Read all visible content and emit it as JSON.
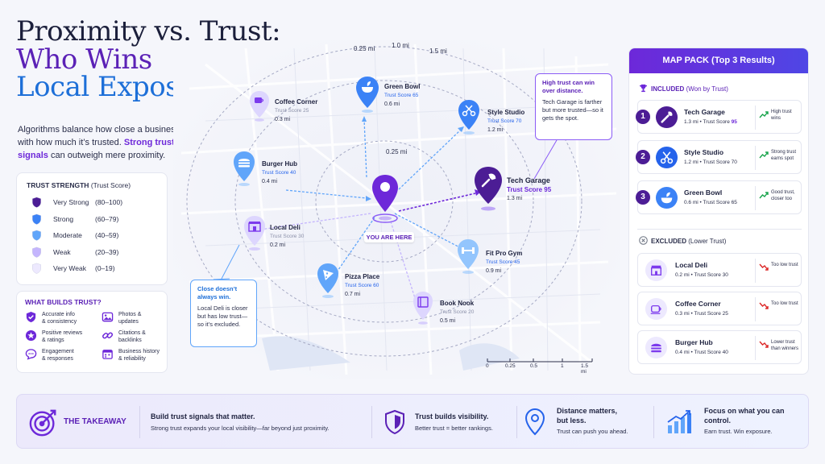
{
  "title": {
    "line1": "Proximity vs. Trust:",
    "line2": "Who Wins",
    "line3": "Local Exposure?"
  },
  "intro": {
    "part1": "Algorithms balance how close a business is with how much it’s trusted. ",
    "strong": "Strong trust signals",
    "part2": " can outweigh mere proximity."
  },
  "legend": {
    "heading": "TRUST STRENGTH",
    "heading_sub": " (Trust Score)",
    "levels": [
      {
        "name": "Very Strong",
        "range": "(80–100)",
        "color": "#4c1d95"
      },
      {
        "name": "Strong",
        "range": "(60–79)",
        "color": "#3b82f6"
      },
      {
        "name": "Moderate",
        "range": "(40–59)",
        "color": "#60a5fa"
      },
      {
        "name": "Weak",
        "range": "(20–39)",
        "color": "#c4b5fd"
      },
      {
        "name": "Very Weak",
        "range": "(0–19)",
        "color": "#ede9fe"
      }
    ]
  },
  "builds": {
    "heading": "WHAT BUILDS TRUST?",
    "items": [
      {
        "l1": "Accurate info",
        "l2": "& consistency",
        "icon": "check-badge-icon"
      },
      {
        "l1": "Photos &",
        "l2": "updates",
        "icon": "image-icon"
      },
      {
        "l1": "Positive reviews",
        "l2": "& ratings",
        "icon": "star-icon"
      },
      {
        "l1": "Citations &",
        "l2": "backlinks",
        "icon": "link-icon"
      },
      {
        "l1": "Engagement",
        "l2": "& responses",
        "icon": "chat-icon"
      },
      {
        "l1": "Business history",
        "l2": "& reliability",
        "icon": "calendar-icon"
      }
    ]
  },
  "map": {
    "rings": [
      "0.25 mi",
      "1.0 mi",
      "1.5 mi",
      "0.25 mi"
    ],
    "you_are_here": "YOU ARE HERE",
    "pins": [
      {
        "name": "Coffee Corner",
        "score": "Trust Score 25",
        "dist": "0.3 mi"
      },
      {
        "name": "Green Bowl",
        "score": "Trust Score 65",
        "dist": "0.6 mi"
      },
      {
        "name": "Style Studio",
        "score": "Trust Score 70",
        "dist": "1.2 mi"
      },
      {
        "name": "Burger Hub",
        "score": "Trust Score 40",
        "dist": "0.4 mi"
      },
      {
        "name": "Tech Garage",
        "score": "Trust Score 95",
        "dist": "1.3 mi"
      },
      {
        "name": "Local Deli",
        "score": "Trust Score 30",
        "dist": "0.2 mi"
      },
      {
        "name": "Fit Pro Gym",
        "score": "Trust Score 45",
        "dist": "0.9 mi"
      },
      {
        "name": "Pizza Place",
        "score": "Trust Score 60",
        "dist": "0.7 mi"
      },
      {
        "name": "Book Nook",
        "score": "Trust Score 20",
        "dist": "0.5 mi"
      }
    ],
    "callout_high": {
      "title": "High trust can win over distance.",
      "body": "Tech Garage is farther but more trusted—so it gets the spot."
    },
    "callout_close": {
      "title": "Close doesn’t always win.",
      "body": "Local Deli is closer but has low trust—so it’s excluded."
    },
    "scale": [
      "0",
      "0.25",
      "0.5",
      "1",
      "1.5 mi"
    ]
  },
  "pack": {
    "title": "MAP PACK (Top 3 Results)",
    "included_heading": "INCLUDED",
    "included_sub": " (Won by Trust)",
    "excluded_heading": "EXCLUDED",
    "excluded_sub": " (Lower Trust)",
    "included": [
      {
        "num": "1",
        "name": "Tech Garage",
        "dist": "1.3 mi",
        "sep": " • ",
        "score_label": "Trust Score ",
        "score": "95",
        "note": "High trust wins"
      },
      {
        "num": "2",
        "name": "Style Studio",
        "dist": "1.2 mi",
        "sep": " • ",
        "score_label": "Trust Score ",
        "score": "70",
        "note": "Strong trust earns spot"
      },
      {
        "num": "3",
        "name": "Green Bowl",
        "dist": "0.6 mi",
        "sep": " • ",
        "score_label": "Trust Score ",
        "score": "65",
        "note": "Good trust, closer too"
      }
    ],
    "excluded": [
      {
        "name": "Local Deli",
        "meta": "0.2 mi  •  Trust Score 30",
        "note": "Too low trust"
      },
      {
        "name": "Coffee Corner",
        "meta": "0.3 mi  •  Trust Score 25",
        "note": "Too low trust"
      },
      {
        "name": "Burger Hub",
        "meta": "0.4 mi  •  Trust Score 40",
        "note": "Lower trust than winners"
      }
    ]
  },
  "takeaway": {
    "label": "THE TAKEAWAY",
    "main_title": "Build trust signals that matter.",
    "main_body": "Strong trust expands your local visibility—far beyond just proximity.",
    "points": [
      {
        "title": "Trust builds visibility.",
        "body": "Better trust = better rankings."
      },
      {
        "title": "Distance matters, but less.",
        "body": "Trust can push you ahead."
      },
      {
        "title": "Focus on what you can control.",
        "body": "Earn trust. Win exposure."
      }
    ]
  },
  "colors": {
    "purple": "#6d28d9",
    "deep_purple": "#4c1d95",
    "blue": "#2563eb",
    "light_blue": "#60a5fa",
    "lavender": "#c4b5fd"
  }
}
